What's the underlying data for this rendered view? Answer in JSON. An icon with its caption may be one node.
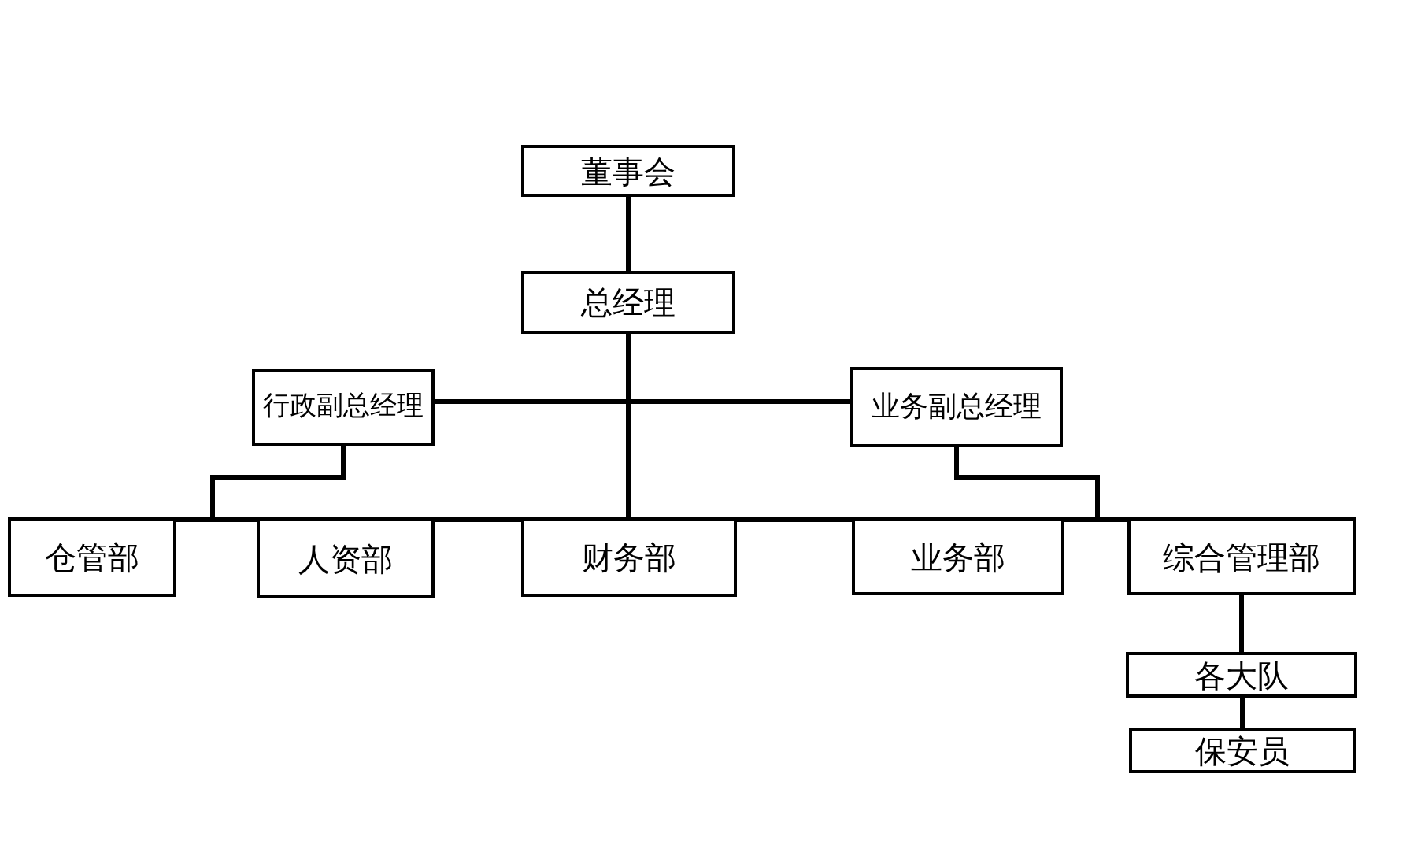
{
  "diagram": {
    "nodes": [
      {
        "text": [
          "董事会"
        ]
      },
      {
        "text": [
          "总经理"
        ]
      },
      {
        "text": [
          "行政副总经理"
        ]
      },
      {
        "text": [
          "业务副总经理"
        ]
      },
      {
        "text": [
          "仓管部"
        ]
      },
      {
        "text": [
          "人资部"
        ]
      },
      {
        "text": [
          "财务部"
        ]
      },
      {
        "text": [
          "业务部"
        ]
      },
      {
        "text": [
          "综合管理部"
        ]
      },
      {
        "text": [
          "各大队"
        ]
      },
      {
        "text": [
          "保安员"
        ]
      }
    ],
    "edges": [
      {
        "from": 0,
        "to": 1,
        "arrow": "none"
      },
      {
        "from": 1,
        "to": 2,
        "arrow": "none"
      },
      {
        "from": 1,
        "to": 3,
        "arrow": "none"
      },
      {
        "from": 2,
        "to": 4,
        "arrow": "none"
      },
      {
        "from": 2,
        "to": 5,
        "arrow": "none"
      },
      {
        "from": 1,
        "to": 6,
        "arrow": "none"
      },
      {
        "from": 3,
        "to": 7,
        "arrow": "none"
      },
      {
        "from": 3,
        "to": 8,
        "arrow": "none"
      },
      {
        "from": 8,
        "to": 9,
        "arrow": "none"
      },
      {
        "from": 9,
        "to": 10,
        "arrow": "none"
      }
    ]
  }
}
